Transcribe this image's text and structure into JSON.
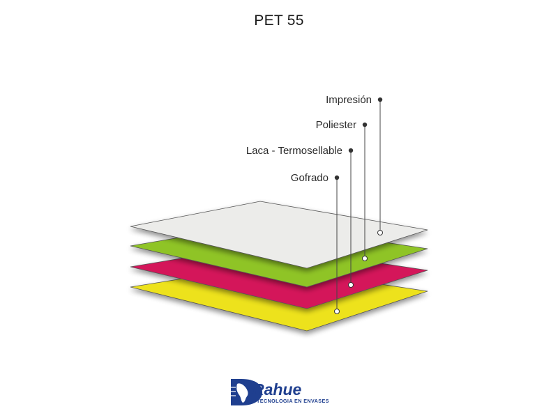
{
  "title": "PET 55",
  "layers": [
    {
      "label": "Impresión",
      "color": "#ececea"
    },
    {
      "label": "Poliester",
      "color": "#8fc425"
    },
    {
      "label": "Laca - Termosellable",
      "color": "#d4145a"
    },
    {
      "label": "Gofrado",
      "color": "#ede21b"
    }
  ],
  "logo": {
    "name": "Rahue",
    "tagline": "TECNOLOGIA EN ENVASES",
    "color": "#1f3f8f"
  }
}
